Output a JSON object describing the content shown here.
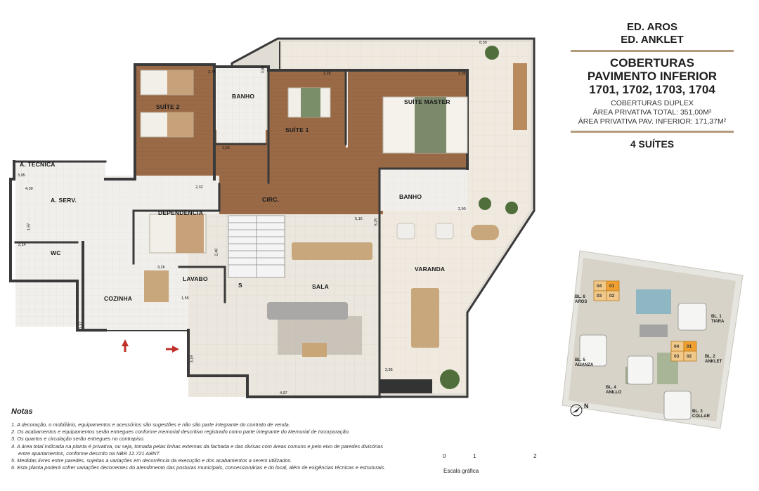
{
  "header": {
    "buildings": [
      "ED. AROS",
      "ED. ANKLET"
    ],
    "title_lines": [
      "COBERTURAS",
      "PAVIMENTO INFERIOR",
      "1701, 1702, 1703, 1704"
    ],
    "details": [
      "COBERTURAS DUPLEX",
      "ÁREA PRIVATIVA TOTAL: 351,00M²",
      "ÁREA PRIVATIVA PAV. INFERIOR: 171,37M²"
    ],
    "suites": "4 SUÍTES"
  },
  "rooms": {
    "suite2": "SUÍTE 2",
    "banho1": "BANHO",
    "suite1": "SUÍTE 1",
    "suite_master": "SUÍTE MASTER",
    "tecnica": "Á. TÉCNICA",
    "serv": "A. SERV.",
    "dependencia": "DEPENDÊNCIA",
    "circ": "CIRC.",
    "banho2": "BANHO",
    "wc": "WC",
    "lavabo": "LAVABO",
    "sala": "SALA",
    "varanda": "VARANDA",
    "cozinha": "COZINHA",
    "stair_s": "S"
  },
  "dims": {
    "d1": "8,39",
    "d2": "2,74",
    "d3": "2,26",
    "d4": "3,98",
    "d5": "3,62",
    "d6": "1,53",
    "d7": "3,95",
    "d8": "2,32",
    "d9": "4,39",
    "d10": "2,14",
    "d11": "3,26",
    "d12": "1,55",
    "d13": "2,90",
    "d14": "5,16",
    "d15": "2,85",
    "d16": "4,97",
    "d17": "3,19",
    "d18": "6,25",
    "d19": "1,97",
    "d20": "1,37",
    "d21": "2,40"
  },
  "notes": {
    "title": "Notas",
    "items": [
      "1. A decoração, o mobiliário, equipamentos e acessórios são sugestões e não são parte integrante do contrato de venda.",
      "2. Os acabamentos e equipamentos serão entregues conforme memorial descritivo registrado como parte integrante do Memorial de Incorporação.",
      "3. Os quartos e circulação serão entregues no contrapiso.",
      "4. A área total indicada na planta é privativa, ou seja, tomada pelas linhas externas da fachada e das divisas com áreas comuns e pelo eixo de paredes divisórias",
      "    entre apartamentos, conforme descrito na NBR 12.721 ABNT.",
      "5. Medidas livres entre paredes, sujeitas a variações em decorrência da execução e dos acabamentos a serem utilizados.",
      "6. Esta planta poderá sofrer variações decorrentes do atendimento das posturas municipais, concessionárias e do local, além de exigências técnicas e estruturais."
    ]
  },
  "scale": {
    "ticks": [
      "0",
      "1",
      "2"
    ],
    "label": "Escala gráfica"
  },
  "site": {
    "bl6": [
      "BL. 6",
      "AROS"
    ],
    "bl1": [
      "BL. 1",
      "TIARA"
    ],
    "bl5": [
      "BL. 5",
      "ALIANZA"
    ],
    "bl2": [
      "BL. 2",
      "ANKLET"
    ],
    "bl4": [
      "BL. 4",
      "ANILLO"
    ],
    "bl3": [
      "BL. 3",
      "COLLAR"
    ],
    "units": [
      "04",
      "01",
      "03",
      "02"
    ],
    "north": "N"
  },
  "colors": {
    "accent_rule": "#b59b7c",
    "wood_floor": "#9c6b48",
    "tile_floor": "#e9e5dd",
    "wall": "#3a3a3a",
    "highlight_unit": "#f0a030"
  }
}
